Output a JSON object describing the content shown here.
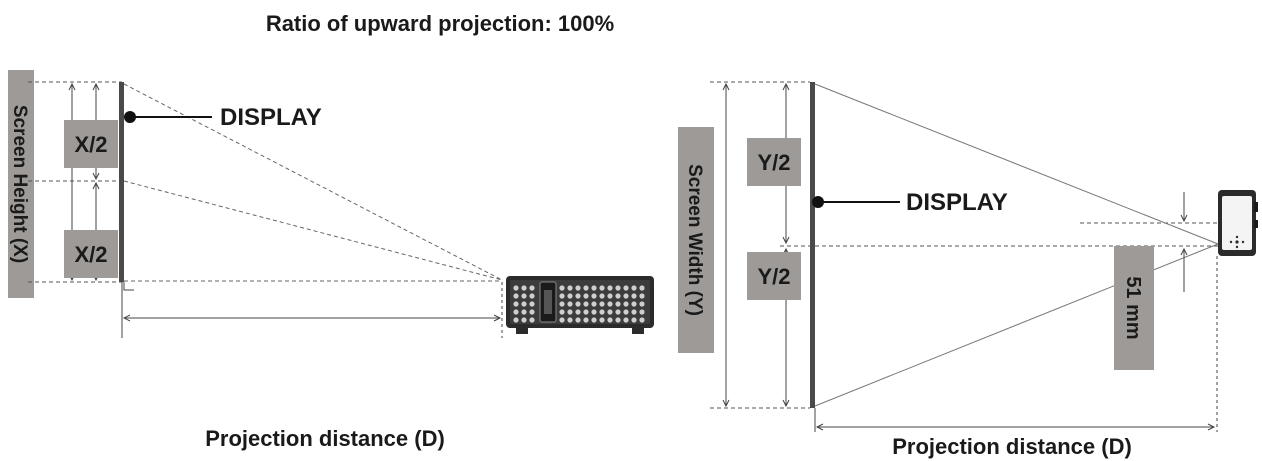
{
  "title": "Ratio of upward projection: 100%",
  "left_diagram": {
    "display_label": "DISPLAY",
    "side_label": "Screen Height (X)",
    "half_top": "X/2",
    "half_bottom": "X/2",
    "distance_label": "Projection distance (D)"
  },
  "right_diagram": {
    "display_label": "DISPLAY",
    "side_label": "Screen Width (Y)",
    "half_top": "Y/2",
    "half_bottom": "Y/2",
    "offset_label": "51 mm",
    "distance_label": "Projection distance (D)"
  },
  "colors": {
    "label_box": "#9e9a98",
    "line": "#3a3a3a",
    "screen": "#4a4a4a"
  }
}
